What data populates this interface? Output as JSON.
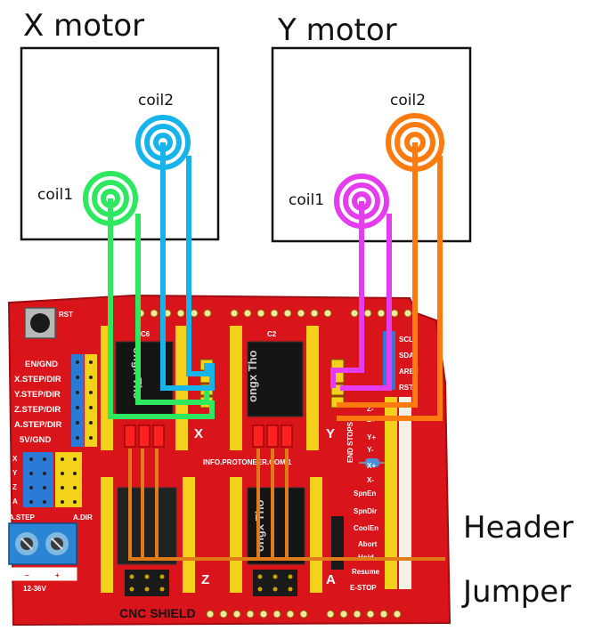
{
  "motors": {
    "x": {
      "title": "X motor",
      "coil1": "coil1",
      "coil2": "coil2"
    },
    "y": {
      "title": "Y motor",
      "coil1": "coil1",
      "coil2": "coil2"
    }
  },
  "callouts": {
    "header": "Header",
    "jumper": "Jumper"
  },
  "board": {
    "title": "CNC SHIELD",
    "url": "INFO.PROTONEER.COM/1",
    "rst": "RST",
    "left_pins": [
      "EN/GND",
      "X.STEP/DIR",
      "Y.STEP/DIR",
      "Z.STEP/DIR",
      "A.STEP/DIR",
      "5V/GND"
    ],
    "left_axes": [
      "X",
      "Y",
      "Z",
      "A"
    ],
    "power_label": "12-36V",
    "power_minus": "−",
    "power_plus": "+",
    "a_step": "A.STEP",
    "a_dir": "A.DIR",
    "right_pins": [
      "SpnEn",
      "SpnDir",
      "CoolEn",
      "Abort",
      "Hold",
      "Resume",
      "E-STOP"
    ],
    "end_stops": [
      "Z+",
      "Z-",
      "Y+",
      "Y-",
      "X+",
      "X-"
    ],
    "end_stop_label": "END STOPS",
    "top_right": [
      "SCL",
      "SDA",
      "AREF",
      "RST"
    ],
    "driver_labels": [
      "X",
      "Y",
      "Z",
      "A"
    ],
    "chip_text": "ongx Tho",
    "cap_labels": [
      "C6",
      "C2"
    ]
  },
  "colors": {
    "board_red": "#d9141a",
    "x_coil1": "#2ee860",
    "x_coil2": "#17b4ec",
    "y_coil1": "#e63cf0",
    "y_coil2": "#ff7b10",
    "header_yellow": "#f4d21b",
    "arrow_orange": "#e07b1a"
  }
}
